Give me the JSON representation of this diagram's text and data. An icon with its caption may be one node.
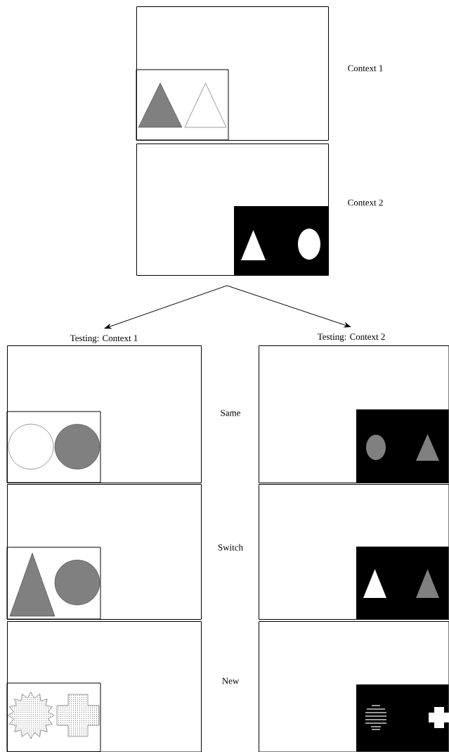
{
  "diagram": {
    "nodes": [
      {
        "text": [],
        "shape": "box",
        "beside": [
          "Context 1"
        ]
      },
      {
        "text": [],
        "shape": "box",
        "beside": [
          "Context 2"
        ]
      },
      {
        "text": [
          "Testing: Context 1"
        ]
      },
      {
        "text": [
          "Testing: Context 2"
        ]
      },
      {
        "text": [],
        "shape": "box"
      },
      {
        "text": [],
        "shape": "box"
      },
      {
        "text": [],
        "shape": "box"
      },
      {
        "text": [],
        "shape": "box"
      },
      {
        "text": [],
        "shape": "box"
      },
      {
        "text": [],
        "shape": "box"
      }
    ],
    "edges": [
      {
        "from": 1,
        "to": 2,
        "arrow": "to"
      },
      {
        "from": 1,
        "to": 3,
        "arrow": "to"
      }
    ],
    "labels": [
      "Same",
      "Switch",
      "New"
    ]
  }
}
